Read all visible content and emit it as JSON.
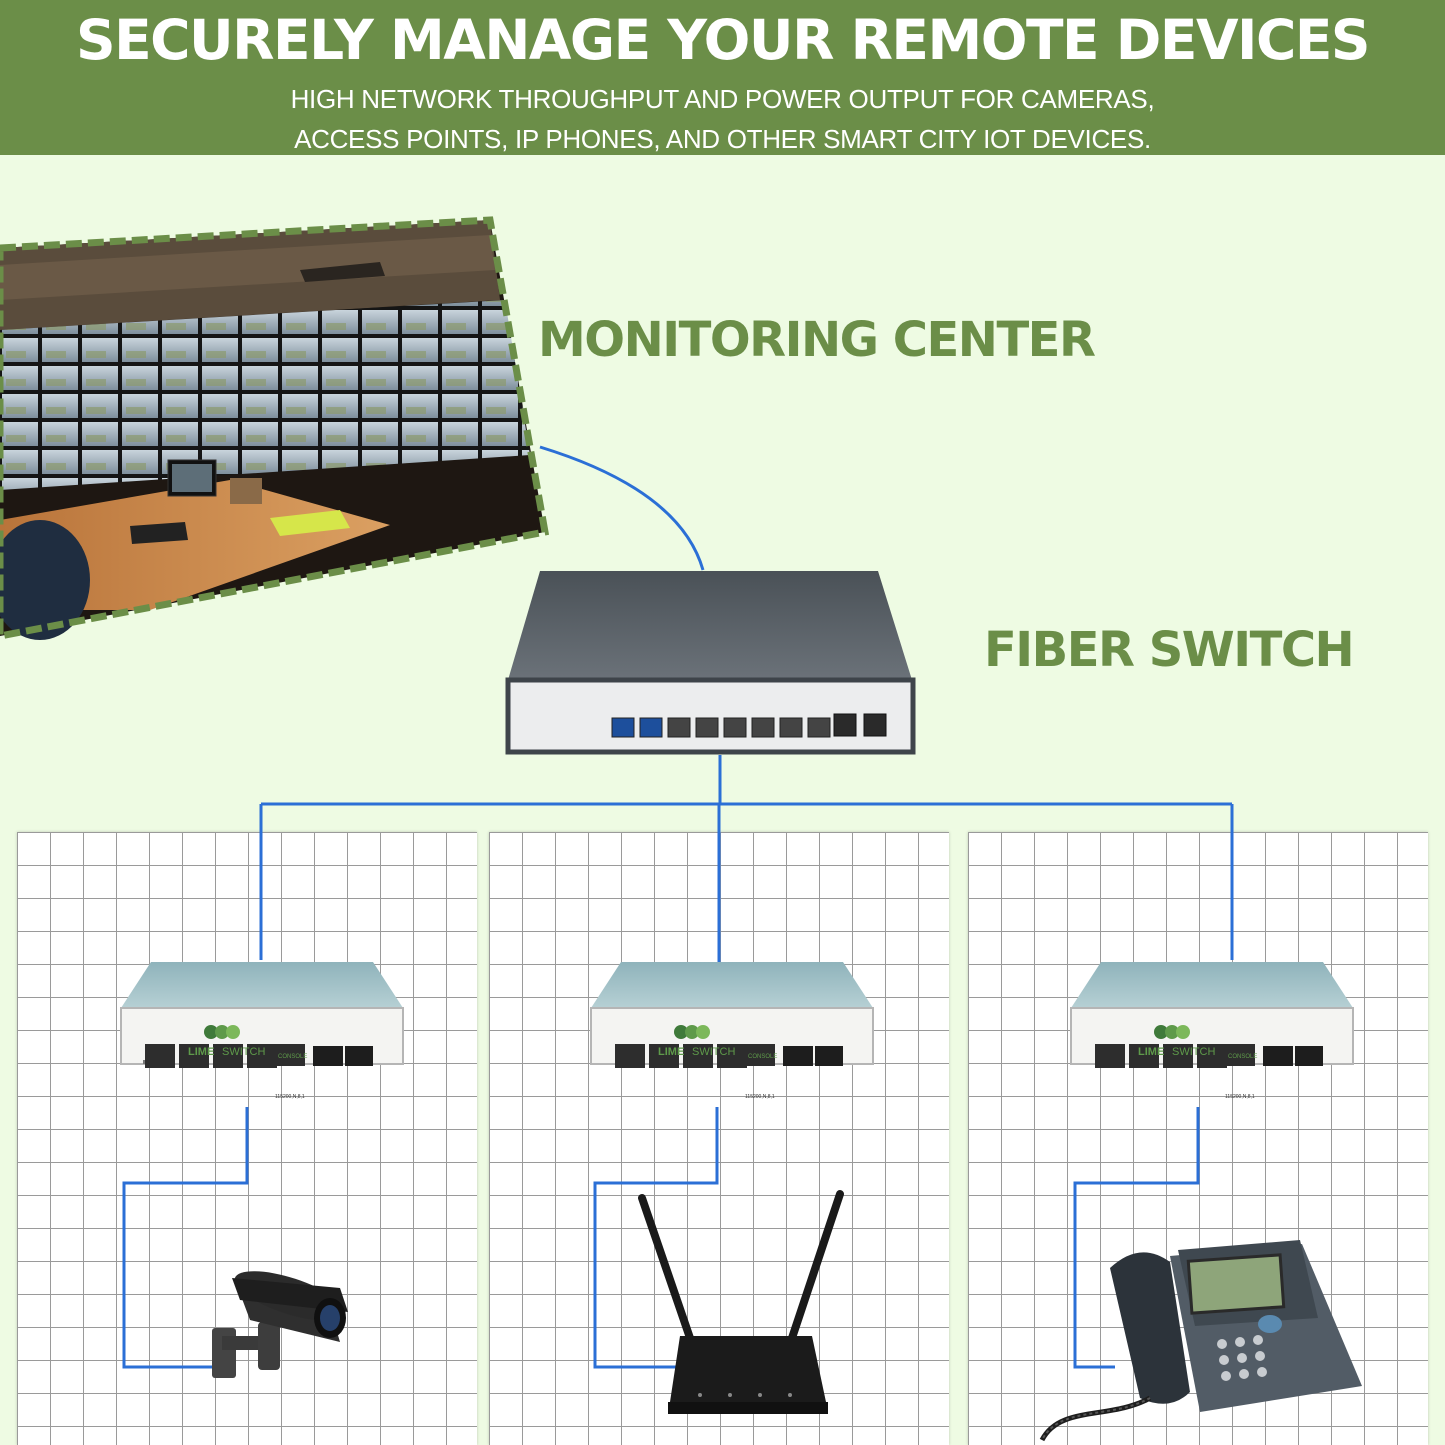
{
  "banner": {
    "title": "SECURELY MANAGE YOUR REMOTE DEVICES",
    "subtitle_line1": "HIGH NETWORK THROUGHPUT AND POWER OUTPUT FOR CAMERAS,",
    "subtitle_line2": "ACCESS POINTS, IP PHONES, AND OTHER SMART CITY IOT DEVICES."
  },
  "labels": {
    "monitoring_center": "MONITORING CENTER",
    "fiber_switch": "FIBER SWITCH"
  },
  "edge_switch": {
    "brand_a": "LIME",
    "brand_b": "SWITCH",
    "console": "CONSOLE",
    "baud": "115200,N,8,1"
  },
  "colors": {
    "brand_green": "#6b8e48",
    "background": "#eefbe3",
    "link_blue": "#2b6fd6"
  },
  "devices": [
    "camera-icon",
    "router-icon",
    "ip-phone-icon"
  ]
}
